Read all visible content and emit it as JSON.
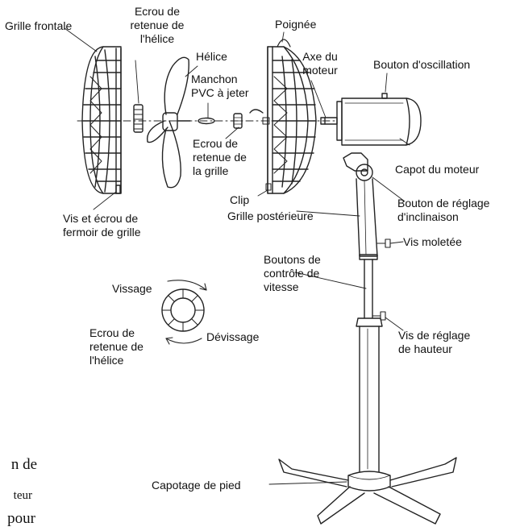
{
  "labels": {
    "grille_frontale": "Grille frontale",
    "ecrou_helice_top": [
      "Ecrou de",
      "retenue de",
      "l'hélice"
    ],
    "helice": "Hélice",
    "manchon": [
      "Manchon",
      "PVC à jeter"
    ],
    "poignee": "Poignée",
    "axe_moteur": [
      "Axe du",
      "moteur"
    ],
    "bouton_oscillation": "Bouton d'oscillation",
    "ecrou_grille": [
      "Ecrou de",
      "retenue de",
      "la grille"
    ],
    "capot_moteur": "Capot du moteur",
    "clip": "Clip",
    "bouton_inclinaison": [
      "Bouton de réglage",
      "d'inclinaison"
    ],
    "grille_posterieure": "Grille postérieure",
    "vis_ecrou_fermoir": [
      "Vis et écrou de",
      "fermoir de grille"
    ],
    "vis_moletee": "Vis moletée",
    "boutons_vitesse": [
      "Boutons de",
      "contrôle de",
      "vitesse"
    ],
    "vissage": "Vissage",
    "devissage": "Dévissage",
    "ecrou_helice_bottom": [
      "Ecrou de",
      "retenue de",
      "l'hélice"
    ],
    "vis_hauteur": [
      "Vis de réglage",
      "de hauteur"
    ],
    "capotage_pied": "Capotage de pied"
  },
  "cropped_text": [
    "n de",
    "teur",
    "pour"
  ],
  "colors": {
    "ink": "#111111",
    "line": "#222222",
    "background": "#ffffff"
  }
}
